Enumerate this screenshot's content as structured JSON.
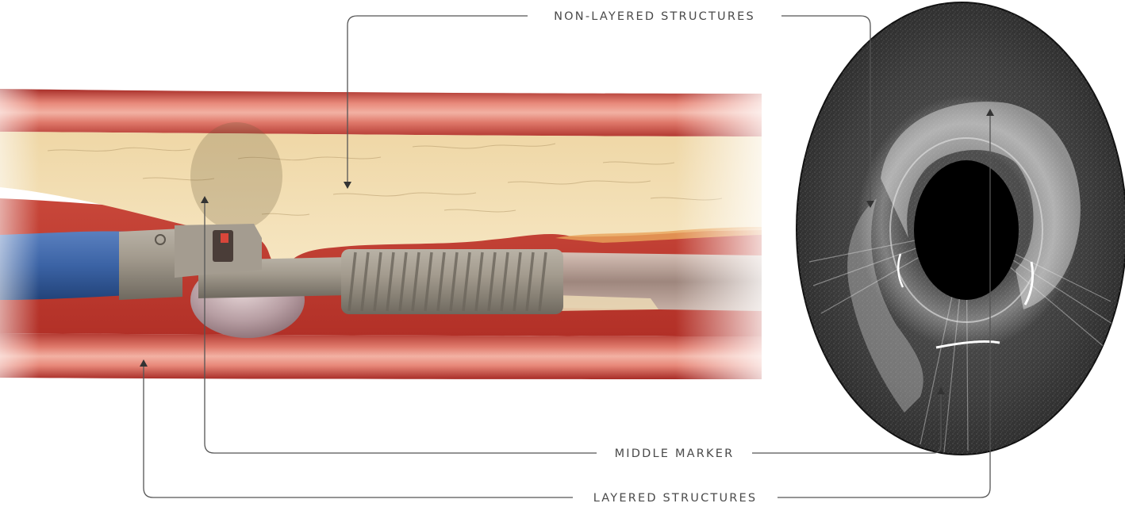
{
  "labels": {
    "top": "NON-LAYERED STRUCTURES",
    "middle": "MIDDLE MARKER",
    "bottom": "LAYERED STRUCTURES"
  },
  "colors": {
    "vessel_wall_dark": "#b8312c",
    "vessel_wall_light": "#ef9a8c",
    "plaque": "#f2dcad",
    "lumen_blood": "#c0392b",
    "catheter_blue": "#3a66a8",
    "catheter_metal": "#9c958a",
    "oct_background": "#3a3a3a",
    "leader_line": "#555555"
  }
}
